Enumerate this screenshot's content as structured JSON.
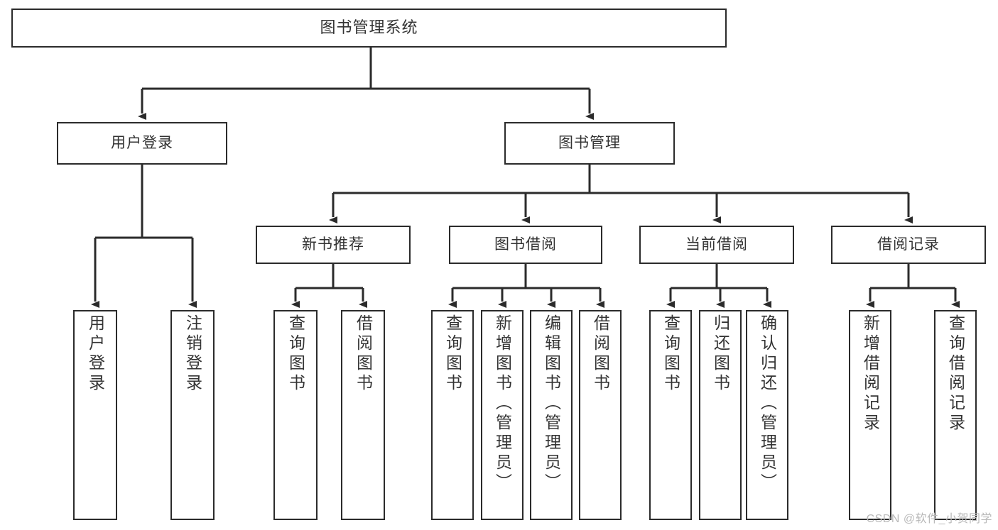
{
  "diagram": {
    "title": "图书管理系统",
    "type": "tree-hierarchy",
    "watermark": "CSDN @软件_小贺同学",
    "colors": {
      "stroke": "#2b2b2b",
      "text": "#333333",
      "background": "#ffffff",
      "watermark": "#b9b9b9"
    },
    "nodes": {
      "root": {
        "label": "图书管理系统"
      },
      "level2": [
        {
          "id": "user-login",
          "label": "用户登录"
        },
        {
          "id": "book-manage",
          "label": "图书管理"
        }
      ],
      "level3": [
        {
          "id": "new-book-rec",
          "label": "新书推荐"
        },
        {
          "id": "book-borrow",
          "label": "图书借阅"
        },
        {
          "id": "current-borrow",
          "label": "当前借阅"
        },
        {
          "id": "borrow-record",
          "label": "借阅记录"
        }
      ],
      "leaves": {
        "user-login": [
          {
            "id": "leaf-user-login",
            "label": "用户登录"
          },
          {
            "id": "leaf-logout",
            "label": "注销登录"
          }
        ],
        "new-book-rec": [
          {
            "id": "leaf-query-book-1",
            "label": "查询图书"
          },
          {
            "id": "leaf-borrow-book-1",
            "label": "借阅图书"
          }
        ],
        "book-borrow": [
          {
            "id": "leaf-query-book-2",
            "label": "查询图书"
          },
          {
            "id": "leaf-add-book",
            "label": "新增图书（管理员）"
          },
          {
            "id": "leaf-edit-book",
            "label": "编辑图书（管理员）"
          },
          {
            "id": "leaf-borrow-book-2",
            "label": "借阅图书"
          }
        ],
        "current-borrow": [
          {
            "id": "leaf-query-book-3",
            "label": "查询图书"
          },
          {
            "id": "leaf-return-book",
            "label": "归还图书"
          },
          {
            "id": "leaf-confirm-return",
            "label": "确认归还（管理员）"
          }
        ],
        "borrow-record": [
          {
            "id": "leaf-add-record",
            "label": "新增借阅记录"
          },
          {
            "id": "leaf-query-record",
            "label": "查询借阅记录"
          }
        ]
      }
    }
  }
}
